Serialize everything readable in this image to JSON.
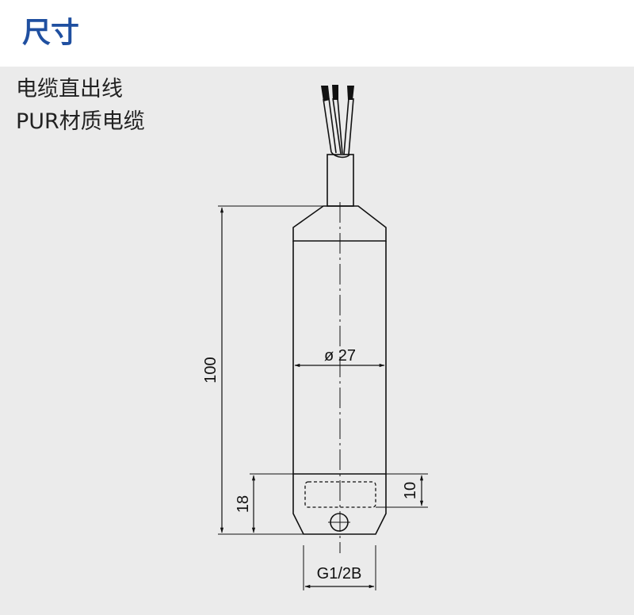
{
  "header": {
    "title": "尺寸"
  },
  "description": {
    "line1": "电缆直出线",
    "line2": "PUR材质电缆"
  },
  "drawing": {
    "length_label": "100",
    "diameter_label": "ø 27",
    "bottom_section_label": "18",
    "thread_depth_label": "10",
    "thread_label": "G1/2B"
  }
}
